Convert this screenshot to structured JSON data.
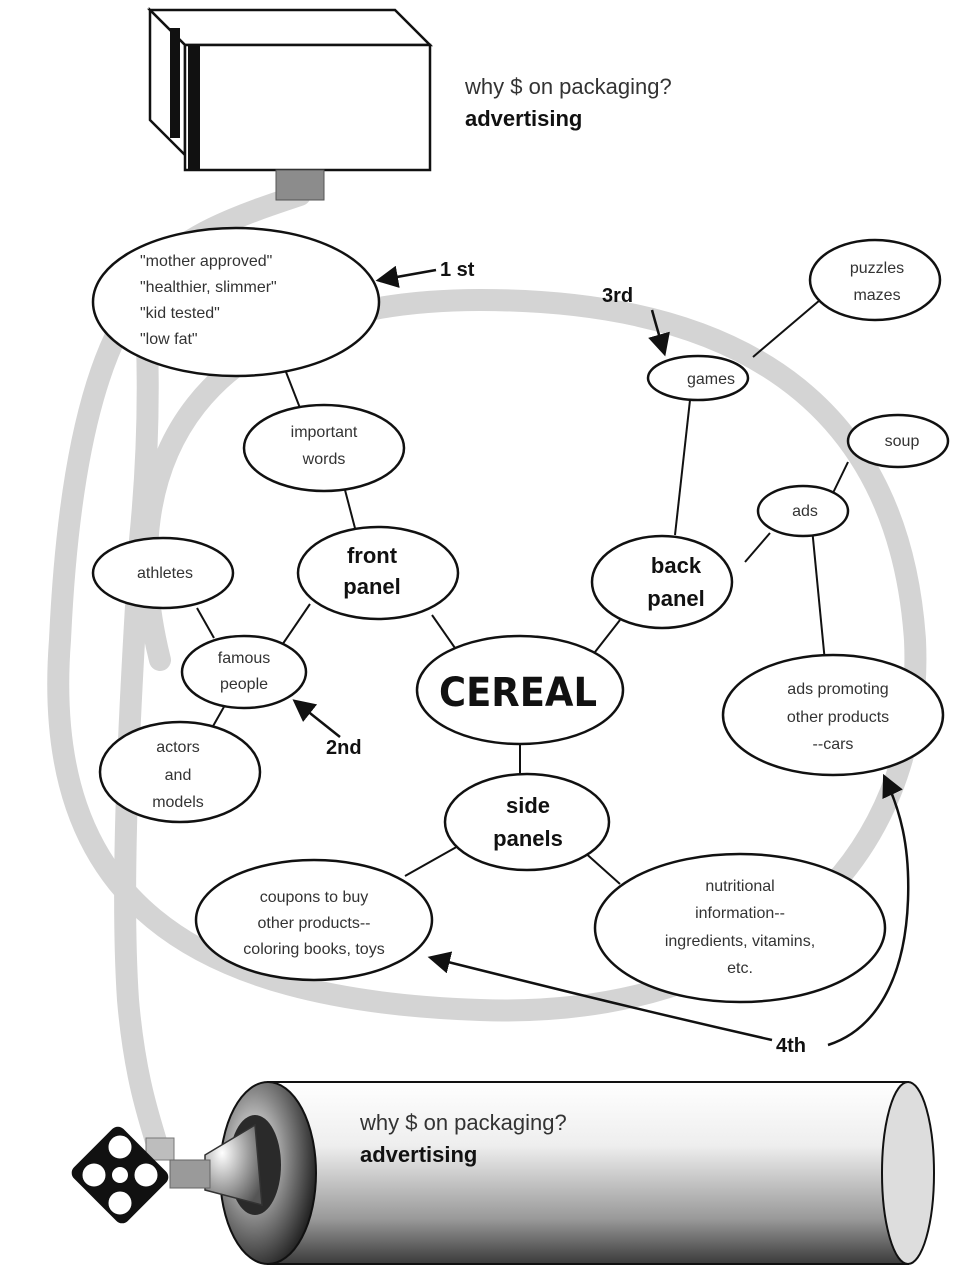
{
  "top_note": {
    "question": "why $ on packaging?",
    "answer": "advertising"
  },
  "bottom_note": {
    "question": "why $ on packaging?",
    "answer": "advertising"
  },
  "center": "CEREAL",
  "panels": {
    "front": [
      "front",
      "panel"
    ],
    "back": [
      "back",
      "panel"
    ],
    "side": [
      "side",
      "panels"
    ]
  },
  "nodes": {
    "quotes": [
      "\"mother approved\"",
      "\"healthier, slimmer\"",
      "\"kid tested\"",
      "\"low fat\""
    ],
    "important_words": [
      "important",
      "words"
    ],
    "athletes": [
      "athletes"
    ],
    "famous_people": [
      "famous",
      "people"
    ],
    "actors_models": [
      "actors",
      "and",
      "models"
    ],
    "games": [
      "games"
    ],
    "puzzles_mazes": [
      "puzzles",
      "mazes"
    ],
    "soup": [
      "soup"
    ],
    "ads": [
      "ads"
    ],
    "ads_promoting": [
      "ads promoting",
      "other products",
      "--cars"
    ],
    "coupons": [
      "coupons to buy",
      "other products--",
      "coloring books, toys"
    ],
    "nutritional": [
      "nutritional",
      "information--",
      "ingredients, vitamins,",
      "etc."
    ]
  },
  "order_labels": {
    "first": "1 st",
    "second": "2nd",
    "third": "3rd",
    "fourth": "4th"
  },
  "colors": {
    "hose": "#d4d4d4",
    "ink": "#111111",
    "paper": "#ffffff"
  }
}
